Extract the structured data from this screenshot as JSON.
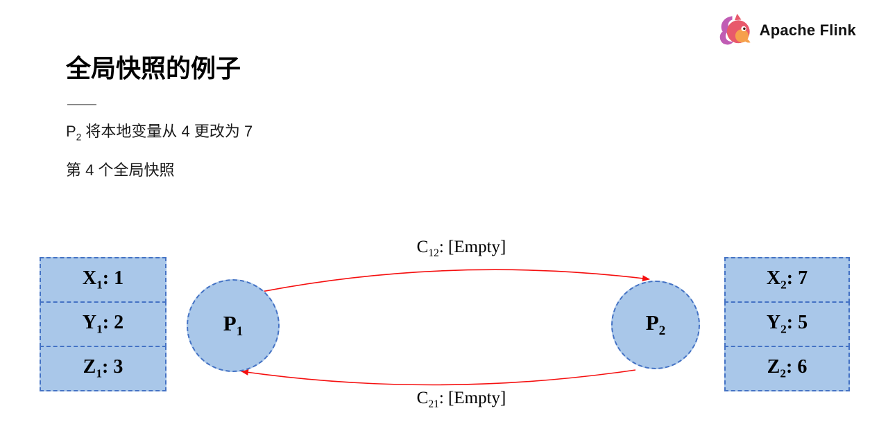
{
  "header": {
    "logo_text": "Apache Flink",
    "title": "全局快照的例子"
  },
  "intro": {
    "line1_prefix": "P",
    "line1_sub": "2",
    "line1_rest": " 将本地变量从 4 更改为 7",
    "line2": "第 4 个全局快照"
  },
  "diagram": {
    "left_table": {
      "rows": [
        {
          "base": "X",
          "sub": "1",
          "value": ": 1"
        },
        {
          "base": "Y",
          "sub": "1",
          "value": ": 2"
        },
        {
          "base": "Z",
          "sub": "1",
          "value": ": 3"
        }
      ]
    },
    "right_table": {
      "rows": [
        {
          "base": "X",
          "sub": "2",
          "value": ": 7"
        },
        {
          "base": "Y",
          "sub": "2",
          "value": ": 5"
        },
        {
          "base": "Z",
          "sub": "2",
          "value": ": 6"
        }
      ]
    },
    "node1": {
      "base": "P",
      "sub": "1"
    },
    "node2": {
      "base": "P",
      "sub": "2"
    },
    "channel_top": {
      "base": "C",
      "sub": "12",
      "value": ": [Empty]"
    },
    "channel_bottom": {
      "base": "C",
      "sub": "21",
      "value": ": [Empty]"
    }
  },
  "colors": {
    "node_fill": "#A9C7E9",
    "node_border": "#4472C4",
    "arrow_red": "#F50F0F",
    "logo_body": "#E8596B",
    "logo_tail": "#C05CB4",
    "logo_face": "#F6A04D"
  }
}
